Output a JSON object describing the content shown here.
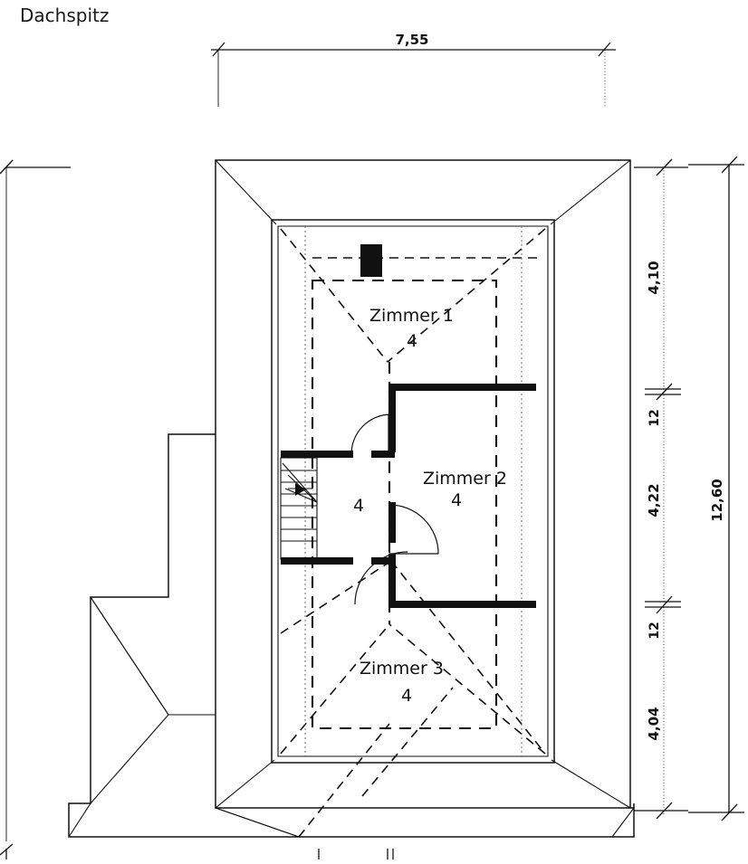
{
  "drawing": {
    "title": "Dachspitz",
    "type": "floor-plan",
    "description": "Attic floor plan (Dachspitz) with hipped roof outline and three rooms"
  },
  "rooms": [
    {
      "name": "Zimmer 1",
      "number": "4"
    },
    {
      "name": "Zimmer 2",
      "number": "4"
    },
    {
      "name": "Zimmer 3",
      "number": "4"
    }
  ],
  "hall": {
    "number": "4"
  },
  "dimensions": {
    "top": {
      "value": "7,55",
      "orientation": "horizontal"
    },
    "right_inner": [
      {
        "value": "4,10"
      },
      {
        "value": "12"
      },
      {
        "value": "4,22"
      },
      {
        "value": "12"
      },
      {
        "value": "4,04"
      }
    ],
    "right_outer": {
      "value": "12,60"
    }
  },
  "elements": {
    "chimney": "chimney-block",
    "stairs": "staircase-winder",
    "doors": [
      "door-swing-upper",
      "door-swing-lower"
    ]
  },
  "colors": {
    "ink": "#111111",
    "paper": "#ffffff"
  }
}
